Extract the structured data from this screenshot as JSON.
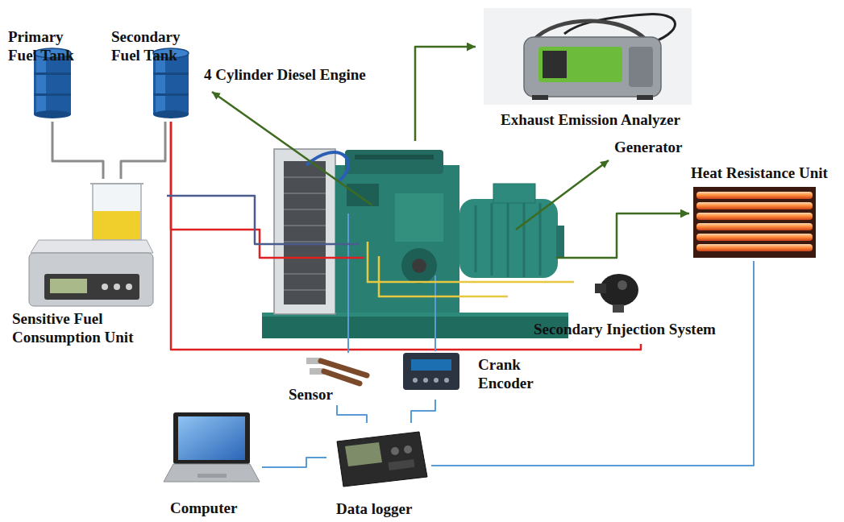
{
  "diagram": {
    "nodes": [
      {
        "text": [
          "Primary Fuel Tank"
        ]
      },
      {
        "text": [
          "Secondary Fuel Tank"
        ]
      },
      {
        "text": [
          "4 Cylinder Diesel Engine"
        ]
      },
      {
        "text": [
          "Exhaust Emission Analyzer"
        ]
      },
      {
        "text": [
          "Generator"
        ]
      },
      {
        "text": [
          "Heat Resistance Unit"
        ]
      },
      {
        "text": [
          "Sensitive Fuel Consumption Unit"
        ]
      },
      {
        "text": [
          "Secondary Injection System"
        ]
      },
      {
        "text": [
          "Sensor"
        ]
      },
      {
        "text": [
          "Crank Encoder"
        ]
      },
      {
        "text": [
          "Computer"
        ]
      },
      {
        "text": [
          "Data logger"
        ]
      }
    ],
    "edges": [
      {
        "from": 0,
        "to": 6,
        "arrow": "none"
      },
      {
        "from": 1,
        "to": 6,
        "arrow": "none"
      },
      {
        "from": 1,
        "to": 7,
        "arrow": "none"
      },
      {
        "from": 1,
        "to": 2,
        "arrow": "none"
      },
      {
        "from": 6,
        "to": 2,
        "arrow": "none"
      },
      {
        "from": 2,
        "to": 3,
        "arrow": "to"
      },
      {
        "from": 4,
        "to": 5,
        "arrow": "to"
      },
      {
        "from": 5,
        "to": 11,
        "arrow": "none"
      },
      {
        "from": 8,
        "to": 11,
        "arrow": "none"
      },
      {
        "from": 9,
        "to": 11,
        "arrow": "none"
      },
      {
        "from": 10,
        "to": 11,
        "arrow": "none"
      },
      {
        "from": 2,
        "to": 8,
        "arrow": "none"
      },
      {
        "from": 2,
        "to": 9,
        "arrow": "none"
      },
      {
        "from": 2,
        "to": 7,
        "arrow": "none"
      }
    ]
  }
}
